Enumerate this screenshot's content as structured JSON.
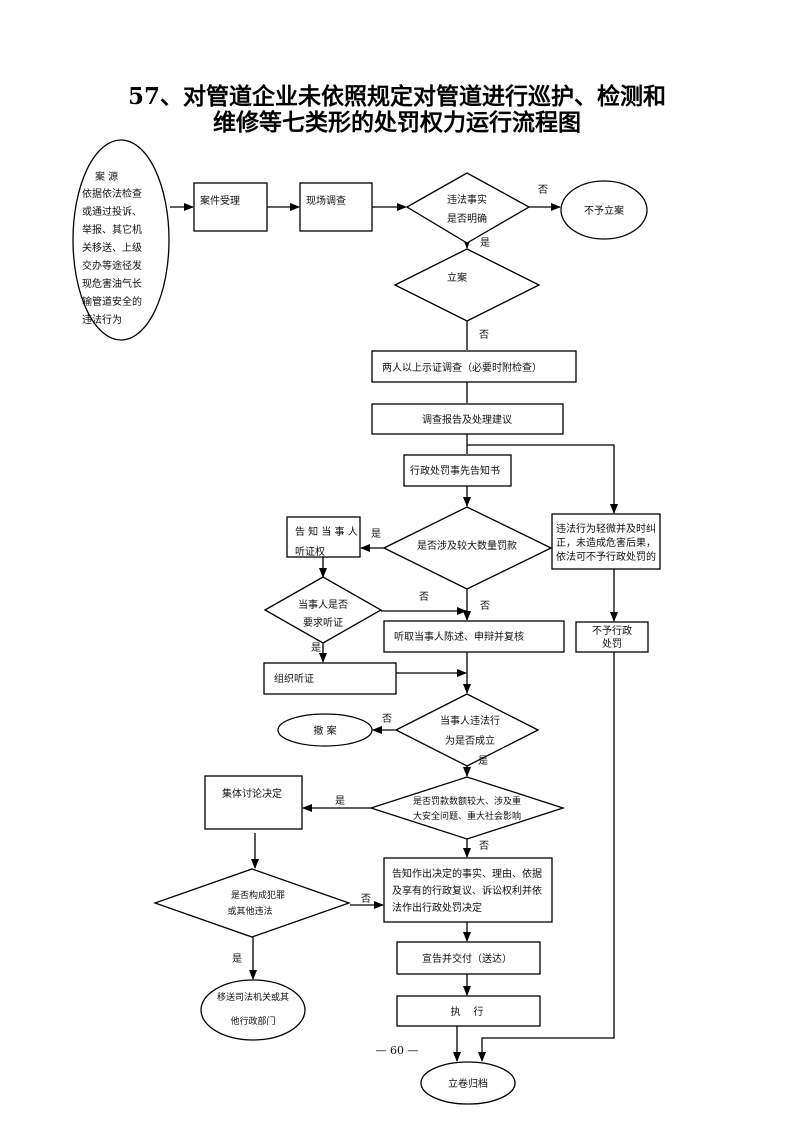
{
  "title": {
    "line1": "57、对管道企业未依照规定对管道进行巡护、检测和",
    "line2": "维修等七类形的处罚权力运行流程图"
  },
  "nodes": {
    "source": {
      "heading": "案  源",
      "lines": [
        "依据依法检查",
        "或通过投诉、",
        "举报、其它机",
        "关移送、上级",
        "交办等途径发",
        "现危害油气长",
        "输管道安全的",
        "违法行为"
      ]
    },
    "accept": "案件受理",
    "site_investigation": "现场调查",
    "facts_clear": [
      "违法事实",
      "是否明确"
    ],
    "no_filing": "不予立案",
    "filing": "立案",
    "investigate": "两人以上示证调查（必要时附检查）",
    "report": "调查报告及处理建议",
    "notice": "行政处罚事先告知书",
    "large_fine": "是否涉及较大数量罚款",
    "inform_hearing": [
      "告 知 当 事 人",
      "听证权"
    ],
    "request_hearing": [
      "当事人是否",
      "要求听证"
    ],
    "hear_statement": "听取当事人陈述、申辩并复核",
    "organize_hearing": "组织听证",
    "minor_violation": [
      "违法行为轻微并及时纠",
      "正，未造成危害后果，",
      "依法可不予行政处罚的"
    ],
    "no_penalty": [
      "不予行政",
      "处罚"
    ],
    "violation_established": [
      "当事人违法行",
      "为是否成立"
    ],
    "withdraw": "撤  案",
    "major_case": [
      "是否罚款数额较大、涉及重",
      "大安全问题、重大社会影响"
    ],
    "collective": "集体讨论决定",
    "crime": [
      "是否构成犯罪",
      "或其他违法"
    ],
    "decision": [
      "告知作出决定的事实、理由、依据",
      "及享有的行政复议、诉讼权利并依",
      "法作出行政处罚决定"
    ],
    "transfer": [
      "移送司法机关或其",
      "他行政部门"
    ],
    "deliver": "宣告并交付（送达）",
    "execute": "执    行",
    "archive": "立卷归档"
  },
  "labels": {
    "yes": "是",
    "no": "否"
  },
  "page_number": "— 60 —"
}
